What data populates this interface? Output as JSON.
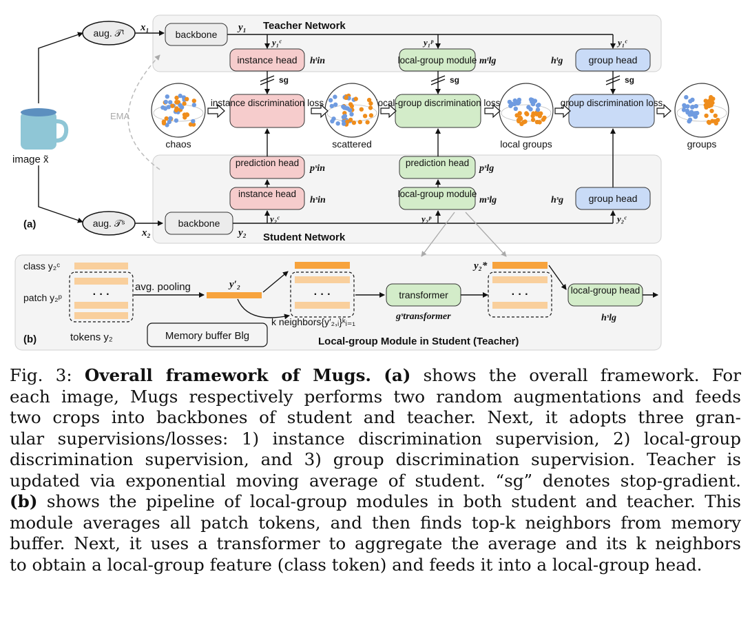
{
  "diagram": {
    "panel_a_label": "(a)",
    "panel_b_label": "(b)",
    "teacher_network": "Teacher Network",
    "student_network": "Student Network",
    "image_label": "image x̃",
    "aug_teacher": "aug. 𝒯ᵗ",
    "aug_student": "aug. 𝒯ˢ",
    "x1": "x₁",
    "x2": "x₂",
    "y1": "y₁",
    "y2": "y₂",
    "y1c": "y₁ᶜ",
    "y1p": "y₁ᵖ",
    "y1c_right": "y₁ᶜ",
    "y2c": "y₂ᶜ",
    "y2p": "y₂ᵖ",
    "y2c_right": "y₂ᶜ",
    "backbone_teacher": "backbone",
    "backbone_student": "backbone",
    "instance_head_t": "instance head",
    "local_group_module_t": "local-group module",
    "group_head_t": "group head",
    "h_in_t": "hᵗin",
    "m_lg_t": "mᵗlg",
    "h_g_t": "hᵗg",
    "sg1": "sg",
    "sg2": "sg",
    "sg3": "sg",
    "ema": "EMA",
    "loss_instance": "instance discrimination loss",
    "loss_local_group": "local-group discrimination loss",
    "loss_group": "group discrimination loss",
    "state_chaos": "chaos",
    "state_scattered": "scattered",
    "state_local_groups": "local groups",
    "state_groups": "groups",
    "prediction_head_in": "prediction head",
    "prediction_head_lg": "prediction head",
    "p_in_s": "pˢin",
    "p_lg_s": "pˢlg",
    "instance_head_s": "instance head",
    "local_group_module_s": "local-group module",
    "group_head_s": "group head",
    "h_in_s": "hˢin",
    "m_lg_s": "mˢlg",
    "h_g_s": "hˢg",
    "class_label": "class y₂ᶜ",
    "patch_label": "patch y₂ᵖ",
    "tokens_label": "tokens y₂",
    "avg_pooling": "avg. pooling",
    "y2_prime": "y′₂",
    "memory_buffer": "Memory buffer Blg",
    "k_neighbors": "k neighbors{y′₂,ᵢ}ᵏᵢ₌₁",
    "transformer": "transformer",
    "g_transformer": "gˢtransformer",
    "y2_star": "y₂*",
    "local_group_head": "local-group head",
    "h_lg_s": "hˢlg",
    "module_title": "Local-group Module in Student (Teacher)",
    "dots": "· · ·",
    "colors": {
      "pink_box": "#f6cccc",
      "green_box": "#d3ecc9",
      "blue_box": "#c9dbf7",
      "grey_box": "#ececec",
      "orange_bar": "#f7a33d",
      "light_orange_bar": "#f9cf9c",
      "panel_bg": "#f4f4f4"
    }
  },
  "caption": {
    "fig_label": "Fig. 3:",
    "title": "Overall framework of Mugs",
    "line1_pre": "(a)",
    "line1_post": " shows the overall framework. For",
    "line2": "each image, Mugs respectively performs two random augmentations and feeds",
    "line3": "two crops into backbones of student and teacher. Next, it adopts three gran-",
    "line4": "ular supervisions/losses: 1) instance discrimination supervision, 2) local-group",
    "line5": "discrimination supervision, and 3) group discrimination supervision. Teacher is",
    "line6": "updated via exponential moving average of student. “sg” denotes stop-gradient.",
    "line7_pre": "(b)",
    "line7_post": " shows the pipeline of local-group modules in both student and teacher. This",
    "line8": "module averages all patch tokens, and then finds top-k neighbors from memory",
    "line9": "buffer. Next, it uses a transformer to aggregate the average and its k neighbors",
    "line10": "to obtain a local-group feature (class token) and feeds it into a local-group head."
  }
}
